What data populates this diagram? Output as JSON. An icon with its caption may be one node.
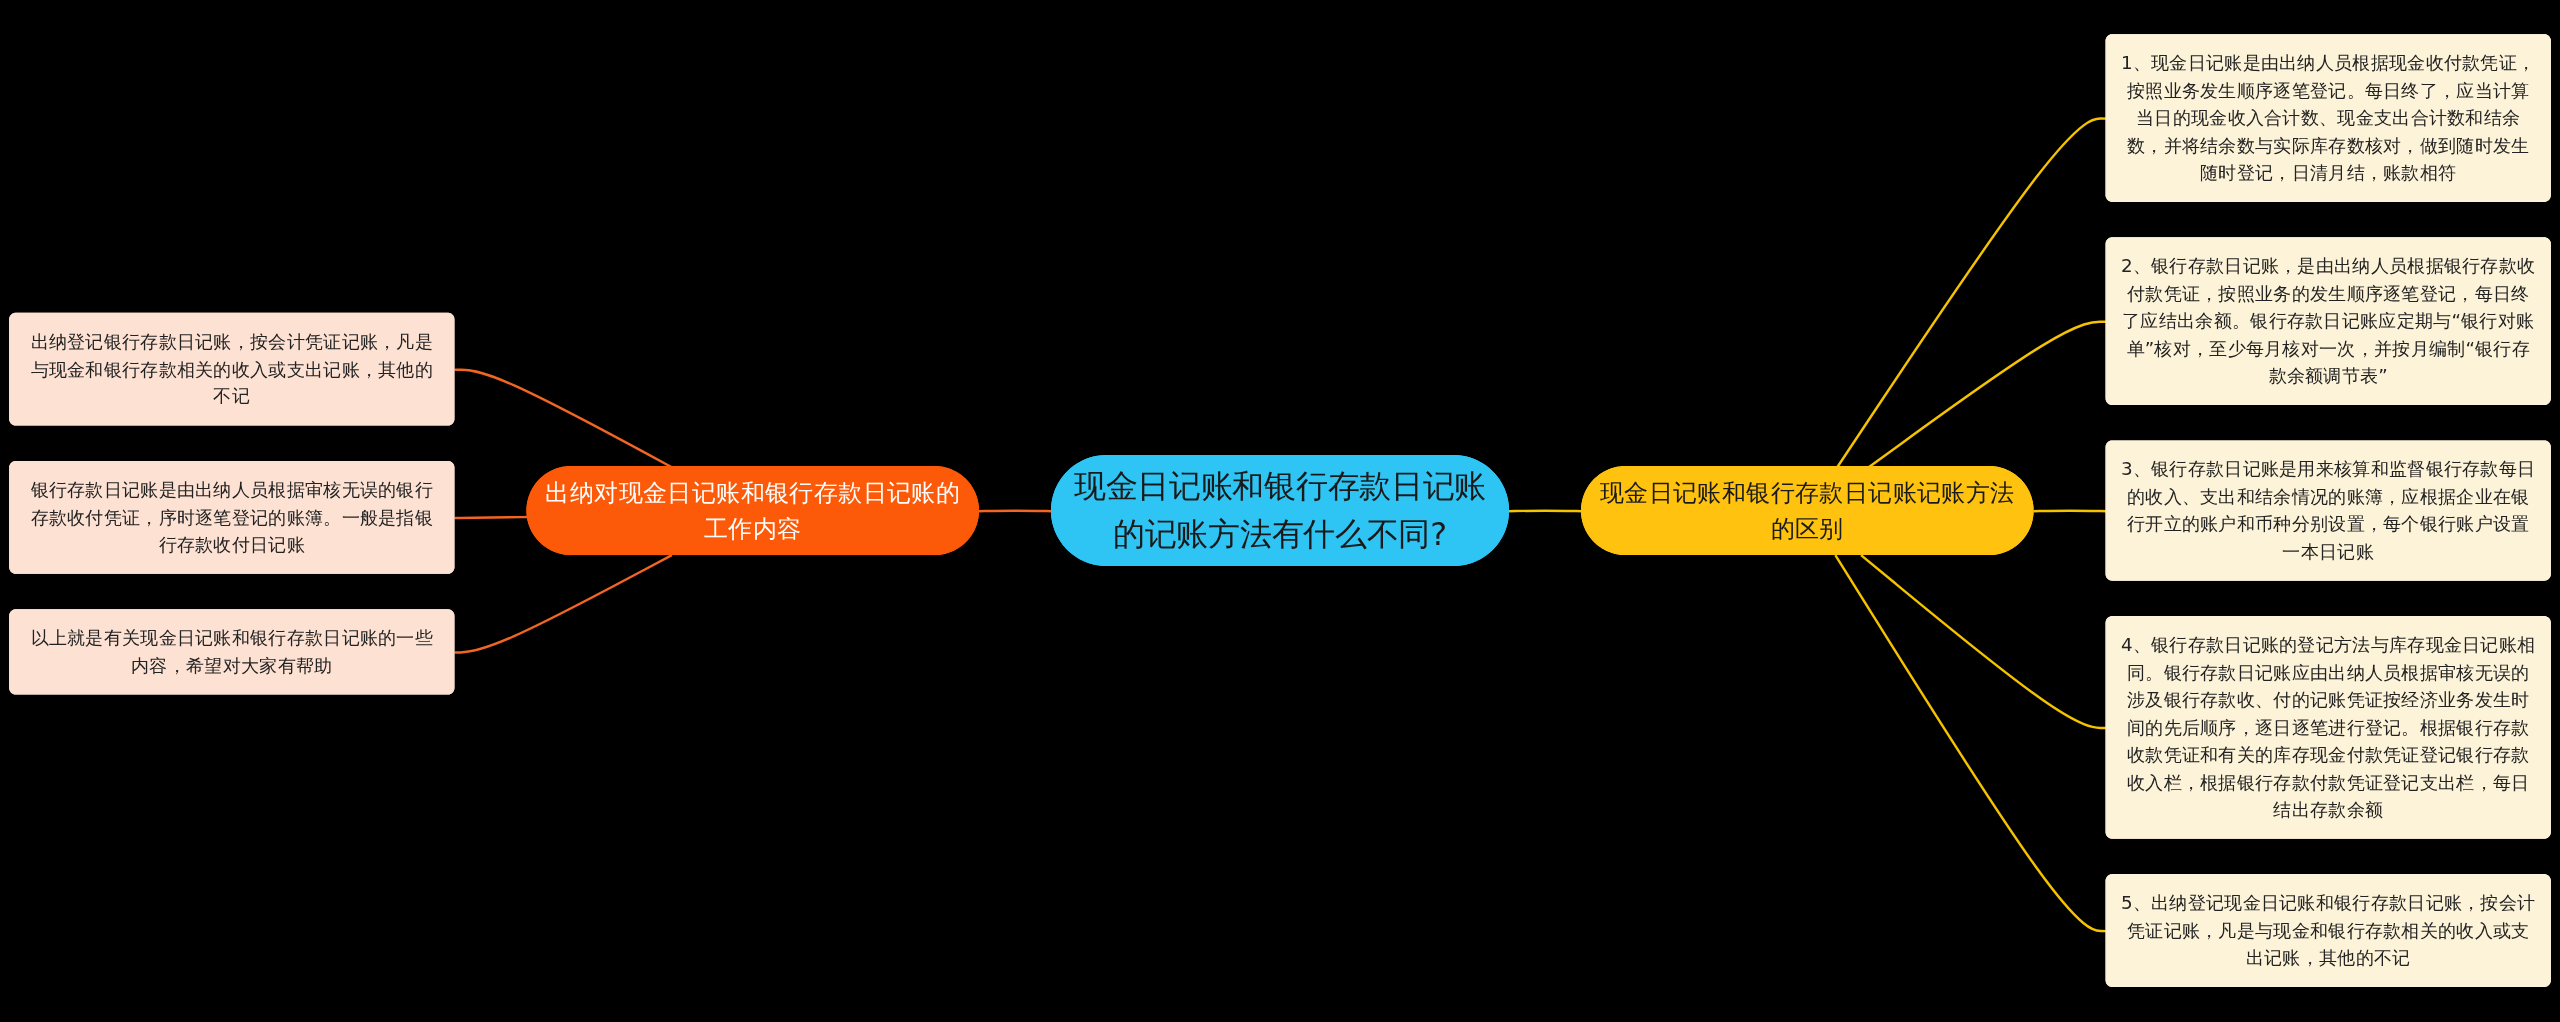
{
  "diagram": {
    "nodes": [
      {
        "text": [
          "现金日记账和银行存款日记账的记账方法有什么不同?"
        ]
      },
      {
        "text": [
          "出纳对现金日记账和银行存款日记账的工作内容"
        ]
      },
      {
        "text": [
          "出纳登记银行存款日记账，按会计凭证记账，凡是与现金和银行存款相关的收入或支出记账，其他的不记"
        ]
      },
      {
        "text": [
          "银行存款日记账是由出纳人员根据审核无误的银行存款收付凭证，序时逐笔登记的账簿。一般是指银行存款收付日记账"
        ]
      },
      {
        "text": [
          "以上就是有关现金日记账和银行存款日记账的一些内容，希望对大家有帮助"
        ]
      },
      {
        "text": [
          "现金日记账和银行存款日记账记账方法的区别"
        ]
      },
      {
        "text": [
          "1、现金日记账是由出纳人员根据现金收付款凭证，按照业务发生顺序逐笔登记。每日终了，应当计算当日的现金收入合计数、现金支出合计数和结余数，并将结余数与实际库存数核对，做到随时发生随时登记，日清月结，账款相符"
        ]
      },
      {
        "text": [
          "2、银行存款日记账，是由出纳人员根据银行存款收付款凭证，按照业务的发生顺序逐笔登记，每日终了应结出余额。银行存款日记账应定期与“银行对账单”核对，至少每月核对一次，并按月编制“银行存款余额调节表”"
        ]
      },
      {
        "text": [
          "3、银行存款日记账是用来核算和监督银行存款每日的收入、支出和结余情况的账簿，应根据企业在银行开立的账户和币种分别设置，每个银行账户设置一本日记账"
        ]
      },
      {
        "text": [
          "4、银行存款日记账的登记方法与库存现金日记账相同。银行存款日记账应由出纳人员根据审核无误的涉及银行存款收、付的记账凭证按经济业务发生时间的先后顺序，逐日逐笔进行登记。根据银行存款收款凭证和有关的库存现金付款凭证登记银行存款收入栏，根据银行存款付款凭证登记支出栏，每日结出存款余额"
        ]
      },
      {
        "text": [
          "5、出纳登记现金日记账和银行存款日记账，按会计凭证记账，凡是与现金和银行存款相关的收入或支出记账，其他的不记"
        ]
      }
    ],
    "edges": [
      {
        "from": 2,
        "to": 1,
        "arrow": "none",
        "color": "#f26522"
      },
      {
        "from": 3,
        "to": 1,
        "arrow": "none",
        "color": "#f26522"
      },
      {
        "from": 4,
        "to": 1,
        "arrow": "none",
        "color": "#f26522"
      },
      {
        "from": 1,
        "to": 0,
        "arrow": "none",
        "color": "#f26522"
      },
      {
        "from": 0,
        "to": 5,
        "arrow": "none",
        "color": "#f5c200"
      },
      {
        "from": 5,
        "to": 6,
        "arrow": "none",
        "color": "#f5c200"
      },
      {
        "from": 5,
        "to": 7,
        "arrow": "none",
        "color": "#f5c200"
      },
      {
        "from": 5,
        "to": 8,
        "arrow": "none",
        "color": "#f5c200"
      },
      {
        "from": 5,
        "to": 9,
        "arrow": "none",
        "color": "#f5c200"
      },
      {
        "from": 5,
        "to": 10,
        "arrow": "none",
        "color": "#f5c200"
      }
    ]
  }
}
